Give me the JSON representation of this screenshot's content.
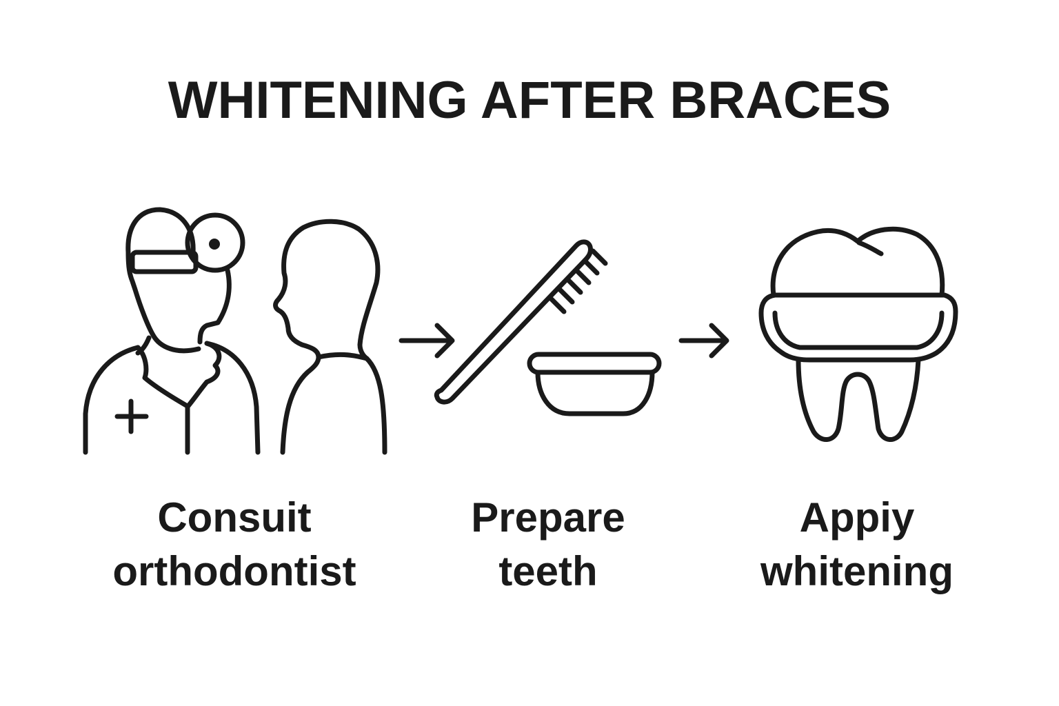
{
  "title": "WHITENING AFTER BRACES",
  "steps": [
    {
      "line1": "Consuit",
      "line2": "orthodontist",
      "icon": "dentist-and-patient-icon"
    },
    {
      "line1": "Prepare",
      "line2": "teeth",
      "icon": "toothbrush-and-bowl-icon"
    },
    {
      "line1": "Appiy",
      "line2": "whitening",
      "icon": "tooth-with-whitening-tray-icon"
    }
  ],
  "connectors": [
    "arrow-right-icon",
    "arrow-right-icon"
  ],
  "colors": {
    "ink": "#1a1a1a",
    "background": "#ffffff"
  }
}
